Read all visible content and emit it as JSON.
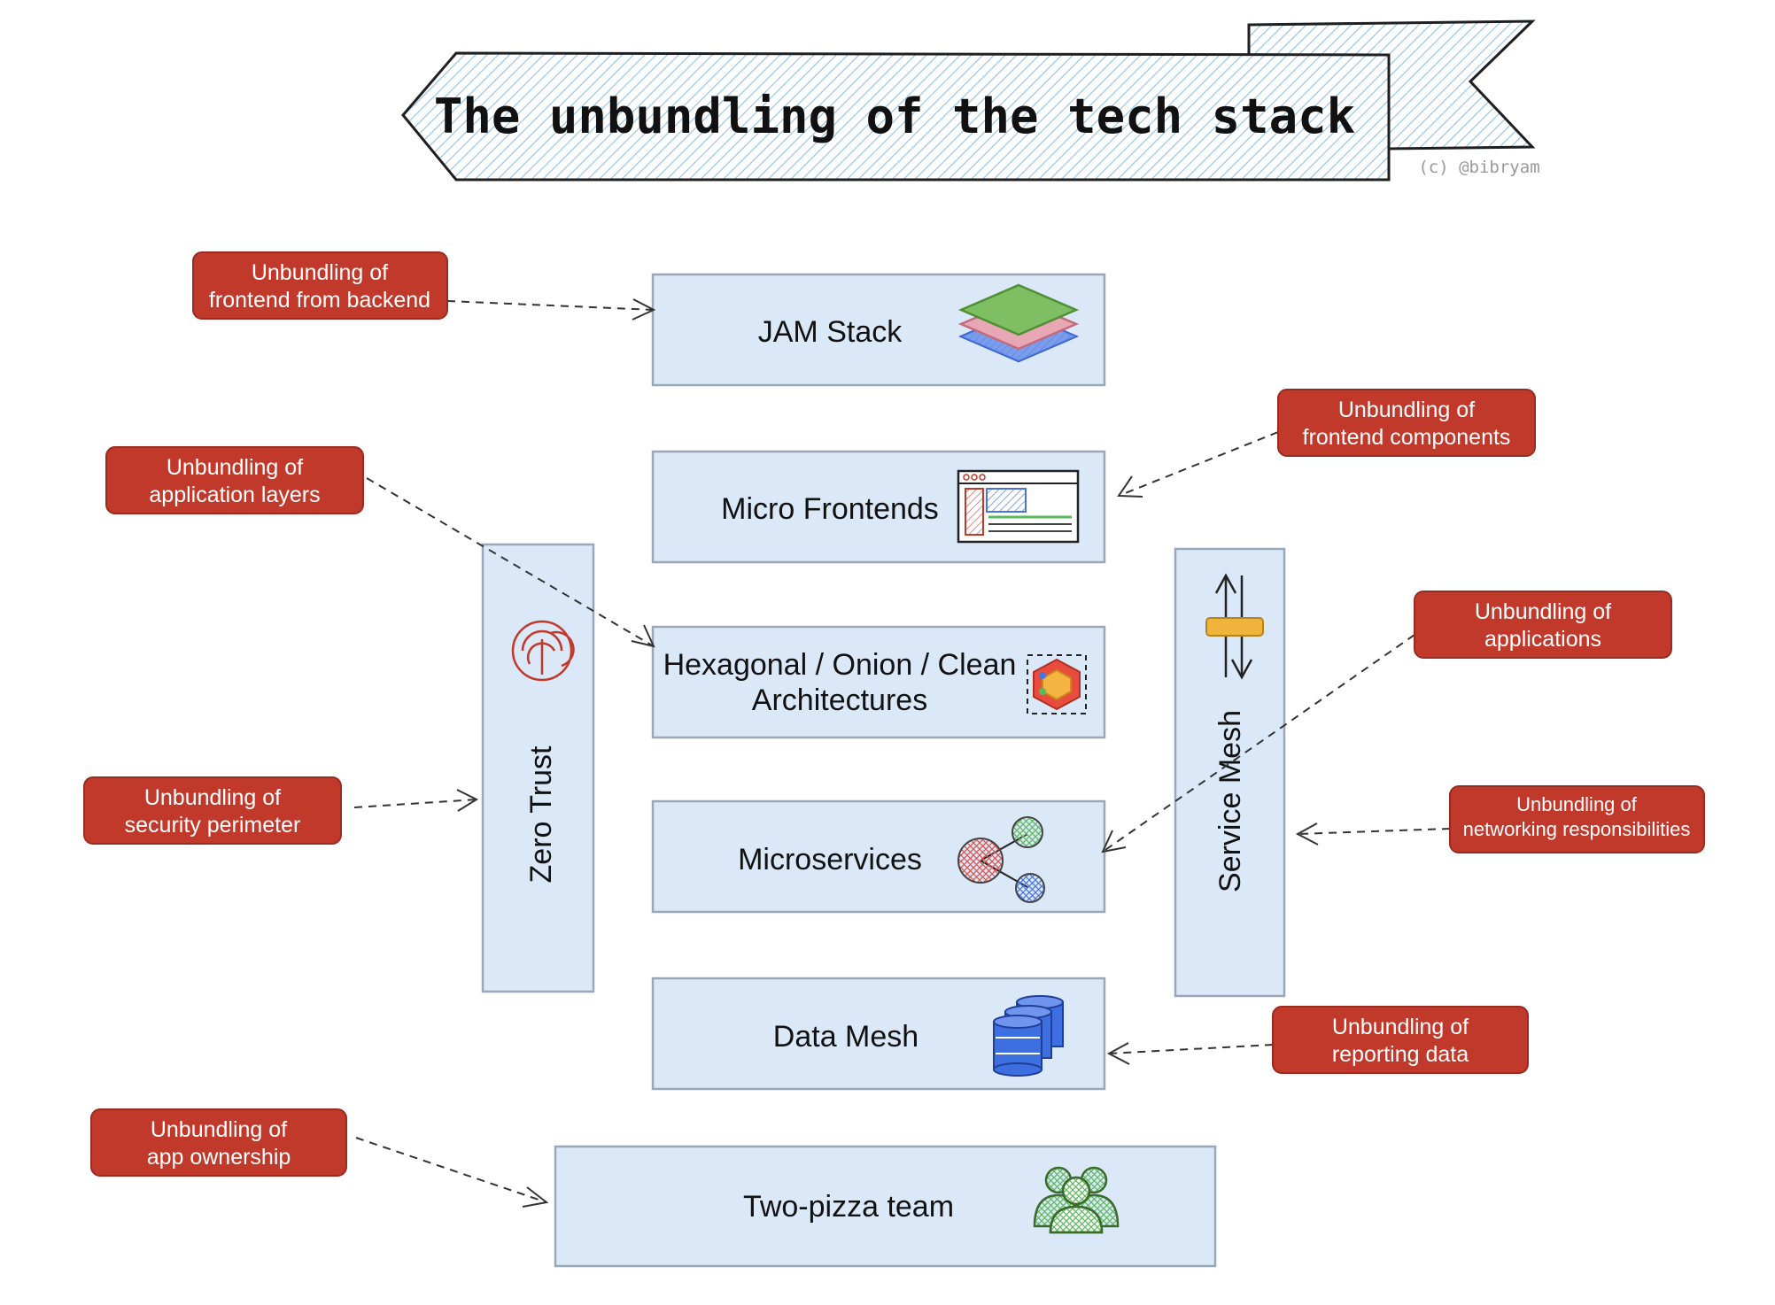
{
  "title": "The unbundling of the tech stack",
  "credit": "(c) @bibryam",
  "colors": {
    "layer_fill": "#dbe8f7",
    "note_fill": "#c0392b",
    "banner_hatch": "#8fc1e8"
  },
  "layers": [
    {
      "id": "jam",
      "label": "JAM Stack",
      "icon": "layers-stack-icon"
    },
    {
      "id": "mfe",
      "label": "Micro Frontends",
      "icon": "browser-window-icon"
    },
    {
      "id": "hex",
      "line1": "Hexagonal / Onion / Clean",
      "line2": "Architectures",
      "icon": "hexagon-icon"
    },
    {
      "id": "ms",
      "label": "Microservices",
      "icon": "connected-nodes-icon"
    },
    {
      "id": "dm",
      "label": "Data Mesh",
      "icon": "database-stack-icon"
    },
    {
      "id": "tp",
      "label": "Two-pizza team",
      "icon": "team-people-icon"
    }
  ],
  "pillars": {
    "zero_trust": {
      "label": "Zero Trust",
      "icon": "fingerprint-lock-icon"
    },
    "service_mesh": {
      "label": "Service Mesh",
      "icon": "traffic-arrows-icon"
    }
  },
  "notes": [
    {
      "id": "n1",
      "line1": "Unbundling of",
      "line2": "frontend from backend"
    },
    {
      "id": "n2",
      "line1": "Unbundling of",
      "line2": "frontend components"
    },
    {
      "id": "n3",
      "line1": "Unbundling of",
      "line2": "application layers"
    },
    {
      "id": "n4",
      "line1": "Unbundling of",
      "line2": "applications"
    },
    {
      "id": "n5",
      "line1": "Unbundling of",
      "line2": "security perimeter"
    },
    {
      "id": "n6",
      "line1": "Unbundling of",
      "line2": "networking responsibilities"
    },
    {
      "id": "n7",
      "line1": "Unbundling of",
      "line2": "reporting data"
    },
    {
      "id": "n8",
      "line1": "Unbundling of",
      "line2": "app ownership"
    }
  ]
}
